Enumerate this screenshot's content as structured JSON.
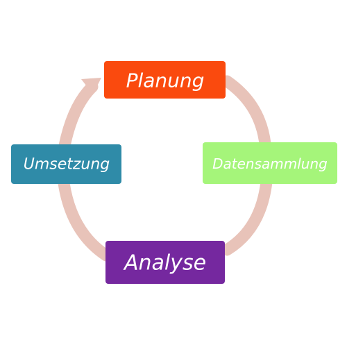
{
  "diagram": {
    "type": "cycle",
    "connector_color": "#e8c3b9",
    "nodes": [
      {
        "label": "Planung",
        "color": "#fa4a0e"
      },
      {
        "label": "Datensammlung",
        "color": "#a5f57a"
      },
      {
        "label": "Analyse",
        "color": "#75289f"
      },
      {
        "label": "Umsetzung",
        "color": "#2f8ba8"
      }
    ]
  }
}
